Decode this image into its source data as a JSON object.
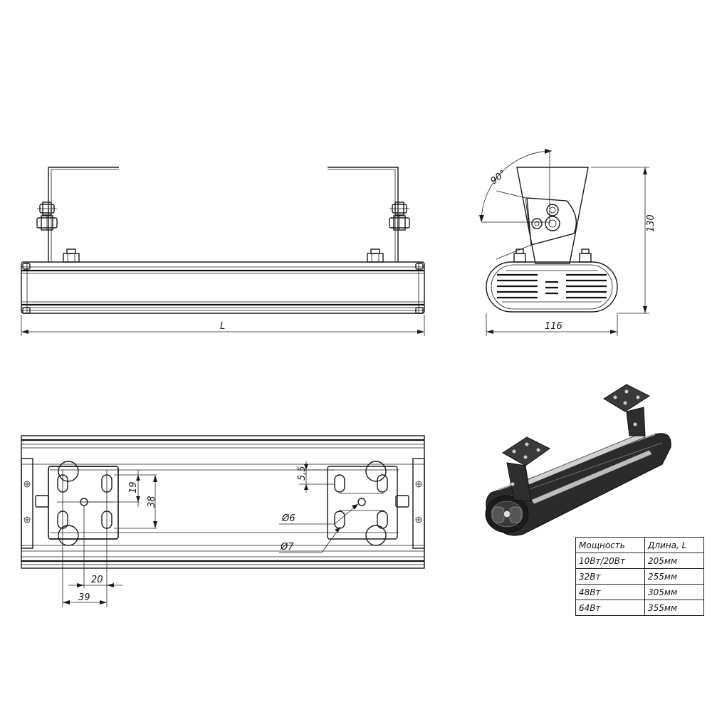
{
  "dimensions": {
    "length_label": "L",
    "width_label": "116",
    "height_label": "130",
    "angle_label": "90°",
    "slot_offset_label": "5,5",
    "hole_spacing_small_label": "19",
    "hole_spacing_large_label": "38",
    "hole_diameter_label": "Ø6",
    "slot_diameter_label": "Ø7",
    "horizontal_spacing_small_label": "20",
    "horizontal_spacing_large_label": "39"
  },
  "table": {
    "headers": [
      "Мощность",
      "Длина, L"
    ],
    "rows": [
      [
        "10Вт/20Вт",
        "205мм"
      ],
      [
        "32Вт",
        "255мм"
      ],
      [
        "48Вт",
        "305мм"
      ],
      [
        "64Вт",
        "355мм"
      ]
    ]
  }
}
